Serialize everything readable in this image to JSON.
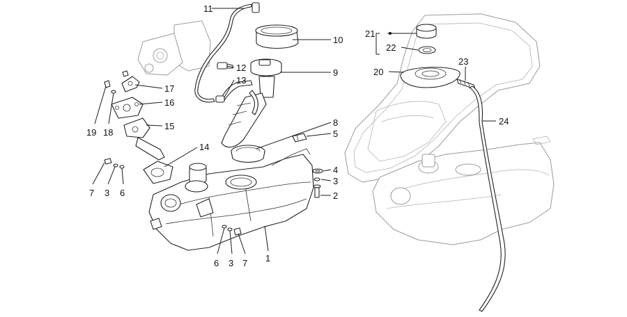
{
  "diagram": {
    "callouts": [
      {
        "id": "c1",
        "label": "1"
      },
      {
        "id": "c2",
        "label": "2"
      },
      {
        "id": "c3a",
        "label": "3"
      },
      {
        "id": "c3b",
        "label": "3"
      },
      {
        "id": "c3c",
        "label": "3"
      },
      {
        "id": "c4",
        "label": "4"
      },
      {
        "id": "c5",
        "label": "5"
      },
      {
        "id": "c6a",
        "label": "6"
      },
      {
        "id": "c6b",
        "label": "6"
      },
      {
        "id": "c7a",
        "label": "7"
      },
      {
        "id": "c7b",
        "label": "7"
      },
      {
        "id": "c8",
        "label": "8"
      },
      {
        "id": "c9",
        "label": "9"
      },
      {
        "id": "c10",
        "label": "10"
      },
      {
        "id": "c11",
        "label": "11"
      },
      {
        "id": "c12",
        "label": "12"
      },
      {
        "id": "c13",
        "label": "13"
      },
      {
        "id": "c14",
        "label": "14"
      },
      {
        "id": "c15",
        "label": "15"
      },
      {
        "id": "c16",
        "label": "16"
      },
      {
        "id": "c17",
        "label": "17"
      },
      {
        "id": "c18",
        "label": "18"
      },
      {
        "id": "c19",
        "label": "19"
      },
      {
        "id": "c20",
        "label": "20"
      },
      {
        "id": "c21",
        "label": "21"
      },
      {
        "id": "c22",
        "label": "22"
      },
      {
        "id": "c23",
        "label": "23"
      },
      {
        "id": "c24",
        "label": "24"
      }
    ]
  }
}
